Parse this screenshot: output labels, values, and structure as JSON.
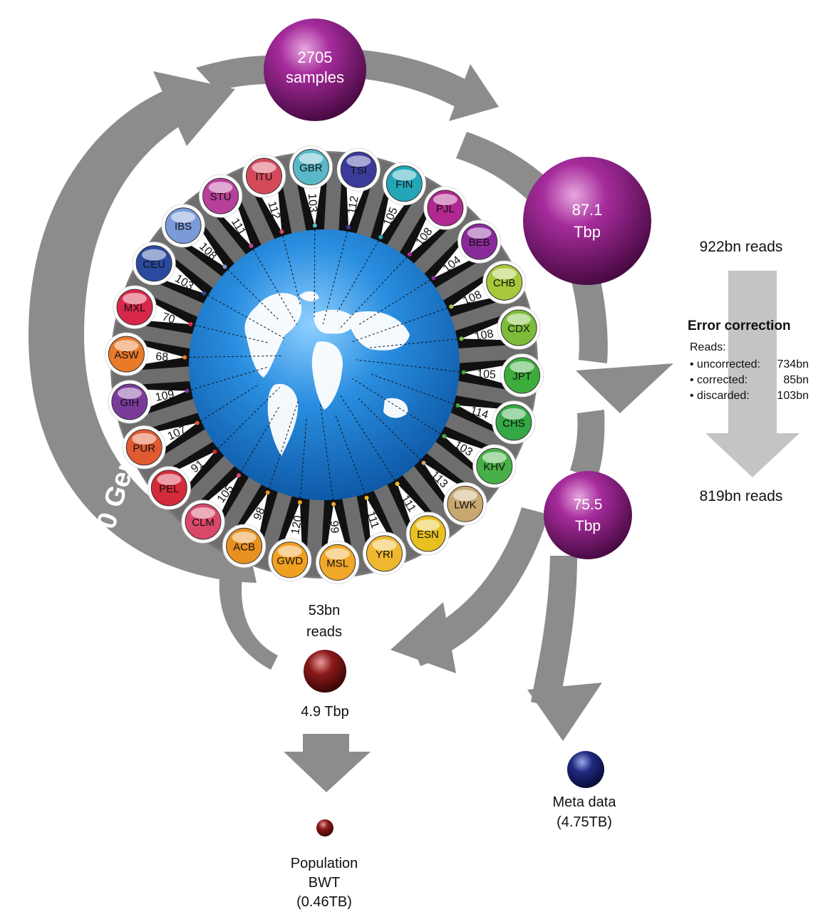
{
  "cycle_label": "1000 Genomes Project data",
  "nodes": {
    "samples": {
      "line1": "2705",
      "line2": "samples"
    },
    "raw": {
      "line1": "87.1",
      "line2": "Tbp"
    },
    "corrected": {
      "line1": "75.5",
      "line2": "Tbp"
    }
  },
  "reads_before": "922bn reads",
  "reads_after": "819bn reads",
  "error_correction": {
    "title": "Error correction",
    "reads_label": "Reads:",
    "rows": [
      {
        "label": "• uncorrected:",
        "value": "734bn"
      },
      {
        "label": "• corrected:",
        "value": "85bn"
      },
      {
        "label": "• discarded:",
        "value": "103bn"
      }
    ]
  },
  "subset": {
    "reads_line1": "53bn",
    "reads_line2": "reads",
    "size": "4.9 Tbp"
  },
  "bwt": {
    "line1": "Population",
    "line2": "BWT",
    "line3": "(0.46TB)"
  },
  "meta": {
    "line1": "Meta data",
    "line2": "(4.75TB)"
  },
  "colors": {
    "arrow": "#8c8c8c",
    "node_purple": "#8a1c82",
    "bwt_red": "#8b1a1a",
    "meta_blue": "#1f2a80",
    "ocean": "#1f7ed0"
  },
  "populations": [
    {
      "code": "TSI",
      "count": "112",
      "color": "#3b3b9c"
    },
    {
      "code": "FIN",
      "count": "105",
      "color": "#22a6b8"
    },
    {
      "code": "PJL",
      "count": "108",
      "color": "#b02890"
    },
    {
      "code": "BEB",
      "count": "104",
      "color": "#8a2a9a"
    },
    {
      "code": "CHB",
      "count": "108",
      "color": "#a8c83c"
    },
    {
      "code": "CDX",
      "count": "108",
      "color": "#7cbc3a"
    },
    {
      "code": "JPT",
      "count": "105",
      "color": "#3cac3c"
    },
    {
      "code": "CHS",
      "count": "114",
      "color": "#34a844"
    },
    {
      "code": "KHV",
      "count": "103",
      "color": "#48b048"
    },
    {
      "code": "LWK",
      "count": "113",
      "color": "#c8a870"
    },
    {
      "code": "ESN",
      "count": "111",
      "color": "#e8c020"
    },
    {
      "code": "YRI",
      "count": "111",
      "color": "#f0b830"
    },
    {
      "code": "MSL",
      "count": "99",
      "color": "#f0a828"
    },
    {
      "code": "GWD",
      "count": "120",
      "color": "#f0a020"
    },
    {
      "code": "ACB",
      "count": "98",
      "color": "#e89020"
    },
    {
      "code": "CLM",
      "count": "105",
      "color": "#d84868"
    },
    {
      "code": "PEL",
      "count": "91",
      "color": "#d42a3a"
    },
    {
      "code": "PUR",
      "count": "107",
      "color": "#e05a32"
    },
    {
      "code": "GIH",
      "count": "109",
      "color": "#7a3a9a"
    },
    {
      "code": "ASW",
      "count": "68",
      "color": "#e87a2a"
    },
    {
      "code": "MXL",
      "count": "70",
      "color": "#d8284a"
    },
    {
      "code": "CEU",
      "count": "103",
      "color": "#2a4aa0"
    },
    {
      "code": "IBS",
      "count": "108",
      "color": "#7a9ad8"
    },
    {
      "code": "STU",
      "count": "111",
      "color": "#b8409a"
    },
    {
      "code": "ITU",
      "count": "112",
      "color": "#d44a5a"
    },
    {
      "code": "GBR",
      "count": "103",
      "color": "#5ab8c8"
    }
  ]
}
